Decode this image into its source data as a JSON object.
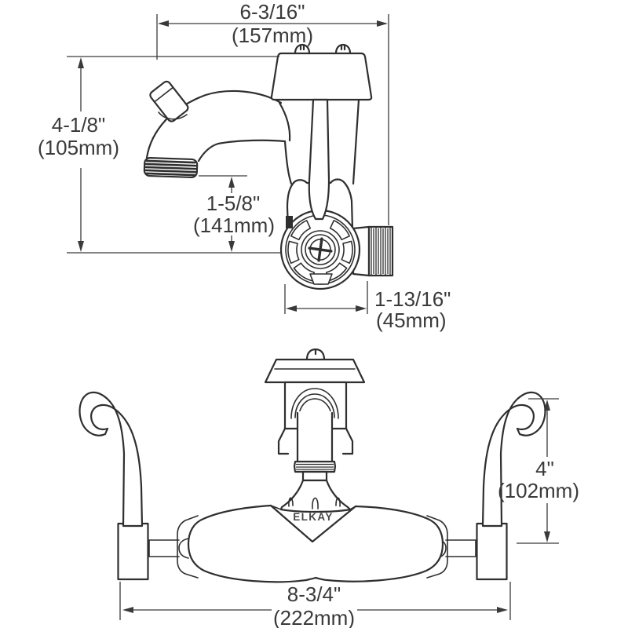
{
  "page": {
    "background": "#ffffff",
    "line_color": "#2f2f2f",
    "dimension_color": "#3a3a3a"
  },
  "brand": {
    "label": "ELKAY"
  },
  "dimensions": {
    "spout_reach": {
      "inches": "6-3/16\"",
      "mm": "(157mm)"
    },
    "overall_height": {
      "inches": "4-1/8\"",
      "mm": "(105mm)"
    },
    "spout_clearance": {
      "inches": "1-5/8\"",
      "mm": "(141mm)"
    },
    "valve_width": {
      "inches": "1-13/16\"",
      "mm": "(45mm)"
    },
    "handle_height": {
      "inches": "4\"",
      "mm": "(102mm)"
    },
    "overall_width": {
      "inches": "8-3/4\"",
      "mm": "(222mm)"
    }
  }
}
